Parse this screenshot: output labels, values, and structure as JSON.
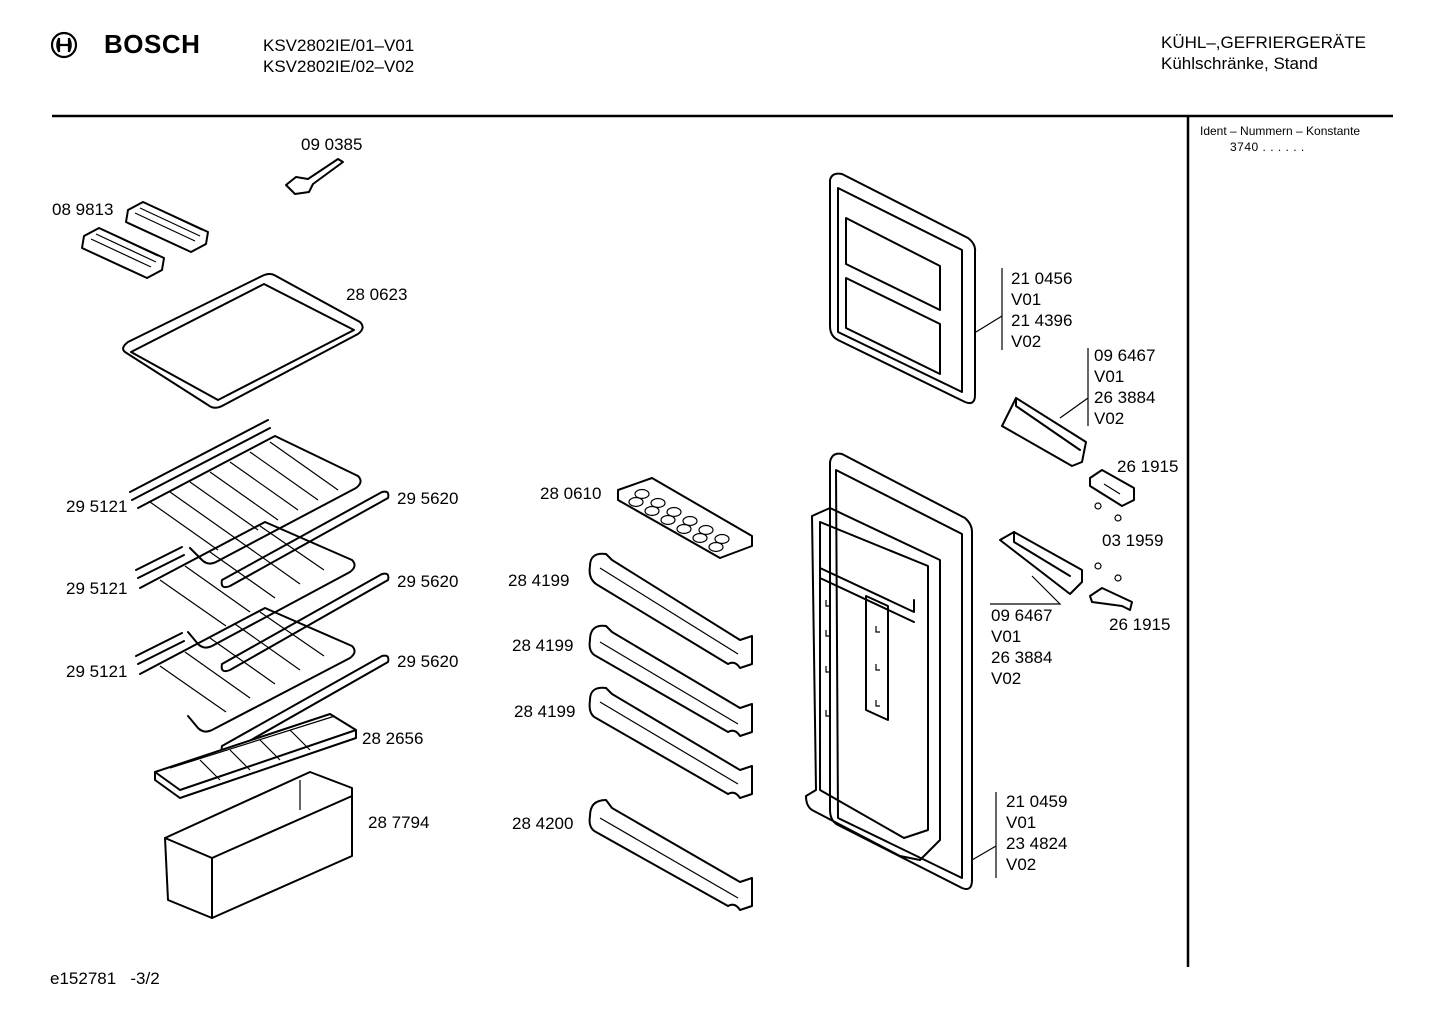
{
  "header": {
    "brand": "BOSCH",
    "models": [
      "KSV2802IE/01–V01",
      "KSV2802IE/02–V02"
    ],
    "category": [
      "KÜHL–,GEFRIERGERÄTE",
      "Kühlschränke, Stand"
    ],
    "ident_label": "Ident – Nummern – Konstante",
    "ident_value": "3740 . . . . . ."
  },
  "parts": [
    {
      "id": "p_090385",
      "lines": [
        "09 0385"
      ]
    },
    {
      "id": "p_089813",
      "lines": [
        "08 9813"
      ]
    },
    {
      "id": "p_280623",
      "lines": [
        "28 0623"
      ]
    },
    {
      "id": "p_295121_a",
      "lines": [
        "29 5121"
      ]
    },
    {
      "id": "p_295620_a",
      "lines": [
        "29 5620"
      ]
    },
    {
      "id": "p_295121_b",
      "lines": [
        "29 5121"
      ]
    },
    {
      "id": "p_295620_b",
      "lines": [
        "29 5620"
      ]
    },
    {
      "id": "p_295121_c",
      "lines": [
        "29 5121"
      ]
    },
    {
      "id": "p_295620_c",
      "lines": [
        "29 5620"
      ]
    },
    {
      "id": "p_282656",
      "lines": [
        "28 2656"
      ]
    },
    {
      "id": "p_287794",
      "lines": [
        "28 7794"
      ]
    },
    {
      "id": "p_280610",
      "lines": [
        "28 0610"
      ]
    },
    {
      "id": "p_284199_a",
      "lines": [
        "28 4199"
      ]
    },
    {
      "id": "p_284199_b",
      "lines": [
        "28 4199"
      ]
    },
    {
      "id": "p_284199_c",
      "lines": [
        "28 4199"
      ]
    },
    {
      "id": "p_284200",
      "lines": [
        "28 4200"
      ]
    },
    {
      "id": "p_freezer_door",
      "lines": [
        "21 0456",
        "V01",
        "21 4396",
        "V02"
      ]
    },
    {
      "id": "p_handle_top",
      "lines": [
        "09 6467",
        "V01",
        "26 3884",
        "V02"
      ]
    },
    {
      "id": "p_hinge_top",
      "lines": [
        "26 1915"
      ]
    },
    {
      "id": "p_screws",
      "lines": [
        "03 1959"
      ]
    },
    {
      "id": "p_handle_bottom",
      "lines": [
        "09 6467",
        "V01",
        "26 3884",
        "V02"
      ]
    },
    {
      "id": "p_hinge_bottom",
      "lines": [
        "26 1915"
      ]
    },
    {
      "id": "p_fridge_door",
      "lines": [
        "21 0459",
        "V01",
        "23 4824",
        "V02"
      ]
    }
  ],
  "footer": {
    "drawing_id": "e152781",
    "page": "-3/2"
  }
}
